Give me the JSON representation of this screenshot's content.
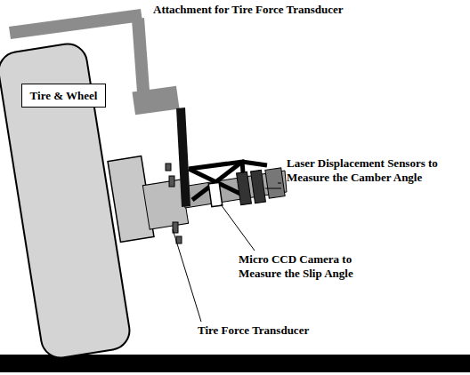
{
  "diagram": {
    "nodes": [
      {
        "text": [
          "Tire & Wheel"
        ]
      }
    ],
    "labels": [
      "Attachment for Tire Force Transducer",
      "Laser Displacement Sensors to Measure the Camber Angle",
      "Micro CCD Camera to Measure the Slip Angle",
      "Tire Force Transducer"
    ]
  }
}
